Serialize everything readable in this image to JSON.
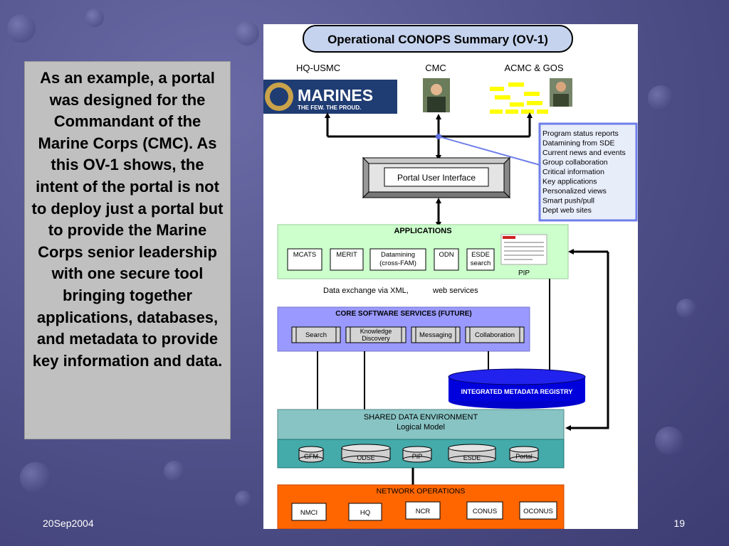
{
  "description_text": "As an example, a portal was designed for the Commandant of the Marine Corps (CMC). As this OV-1 shows, the intent of the portal is not to deploy just a portal but to provide the Marine Corps senior leadership with one secure tool bringing together applications, databases, and metadata to provide key information and data.",
  "footer": {
    "date": "20Sep2004",
    "slide_number": "19"
  },
  "diagram": {
    "title": "Operational CONOPS Summary (OV-1)",
    "users": {
      "hq_usmc": "HQ-USMC",
      "cmc": "CMC",
      "acmc_gos": "ACMC & GOS"
    },
    "marines_logo": {
      "word": "MARINES",
      "tagline": "THE FEW. THE PROUD."
    },
    "portal_features": [
      "Program status reports",
      "Datamining from SDE",
      "Current news and events",
      "Group collaboration",
      "Critical information",
      "Key applications",
      "Personalized views",
      "Smart push/pull",
      "Dept web sites"
    ],
    "portal_ui_label": "Portal User Interface",
    "applications": {
      "title": "APPLICATIONS",
      "items": [
        {
          "name": "mcats",
          "label": "MCATS"
        },
        {
          "name": "merit",
          "label": "MERIT"
        },
        {
          "name": "datamining",
          "line1": "Datamining",
          "line2": "(cross-FAM)"
        },
        {
          "name": "odn",
          "label": "ODN"
        },
        {
          "name": "esde-search",
          "line1": "ESDE",
          "line2": "search"
        }
      ],
      "pip_label": "PIP"
    },
    "exchange_label_1": "Data exchange via XML,",
    "exchange_label_2": "web services",
    "core_services": {
      "title": "CORE SOFTWARE SERVICES (FUTURE)",
      "search": "Search",
      "knowledge_1": "Knowledge",
      "knowledge_2": "Discovery",
      "messaging": "Messaging",
      "collaboration": "Collaboration"
    },
    "metadata_registry": "INTEGRATED METADATA REGISTRY",
    "shared_data": {
      "title": "SHARED DATA ENVIRONMENT",
      "subtitle": "Logical Model",
      "stores": [
        "GFM",
        "ODSE",
        "PIP",
        "ESDE",
        "Portal"
      ]
    },
    "network": {
      "title": "NETWORK OPERATIONS",
      "items": [
        "NMCI",
        "HQ",
        "NCR",
        "CONUS",
        "OCONUS"
      ]
    }
  }
}
